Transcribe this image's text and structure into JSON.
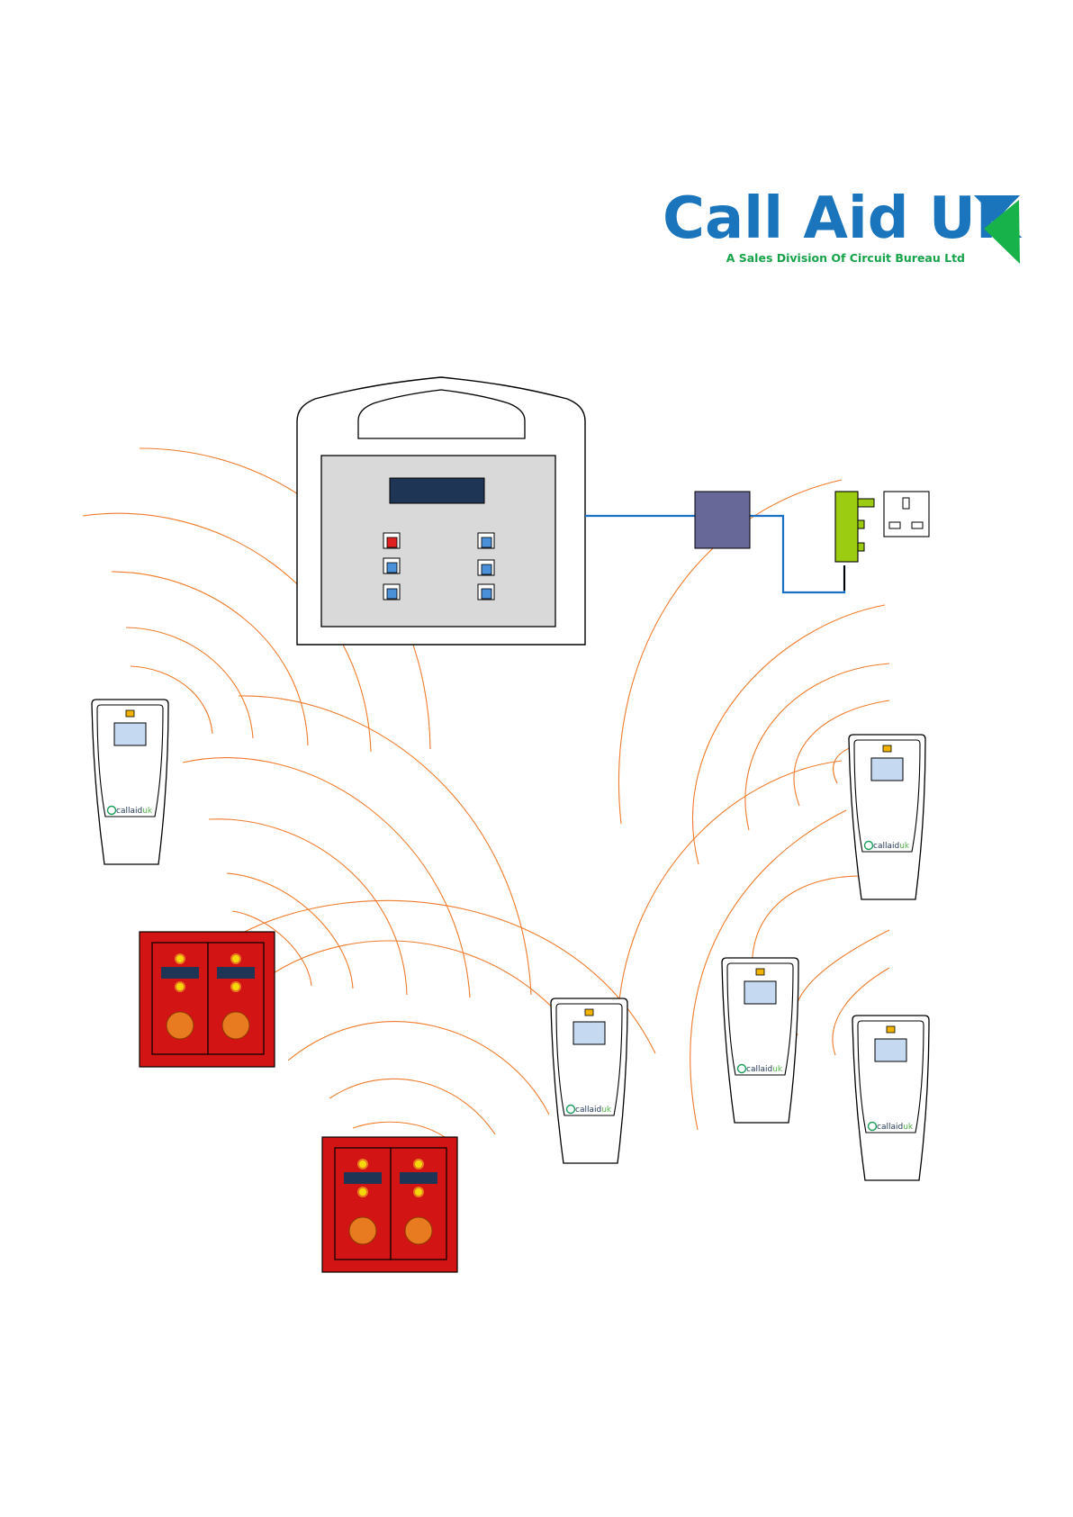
{
  "logo": {
    "title": "Call Aid UK",
    "subtitle": "A Sales Division Of Circuit Bureau Ltd",
    "title_color": "#1a75bc",
    "subtitle_color": "#17a34a",
    "mark_blue": "#1a75bc",
    "mark_green": "#17b24a"
  },
  "devices": {
    "pager_brand_prefix": "callaid",
    "pager_brand_suffix": "uk"
  },
  "colors": {
    "signal_wave": "#f07b2c",
    "cable": "#1a6fc4",
    "interface_box": "#676897",
    "adapter": "#9bcc12",
    "display_dark": "#1f3556",
    "panel_grey": "#d9d9d9",
    "button_red": "#e01f1f",
    "button_blue": "#4a90d9",
    "call_point_red": "#d21414",
    "call_point_orange": "#e87a1f",
    "indicator_yellow": "#f5d80a",
    "pager_screen": "#c5d9f1",
    "pager_led": "#f0b400"
  }
}
